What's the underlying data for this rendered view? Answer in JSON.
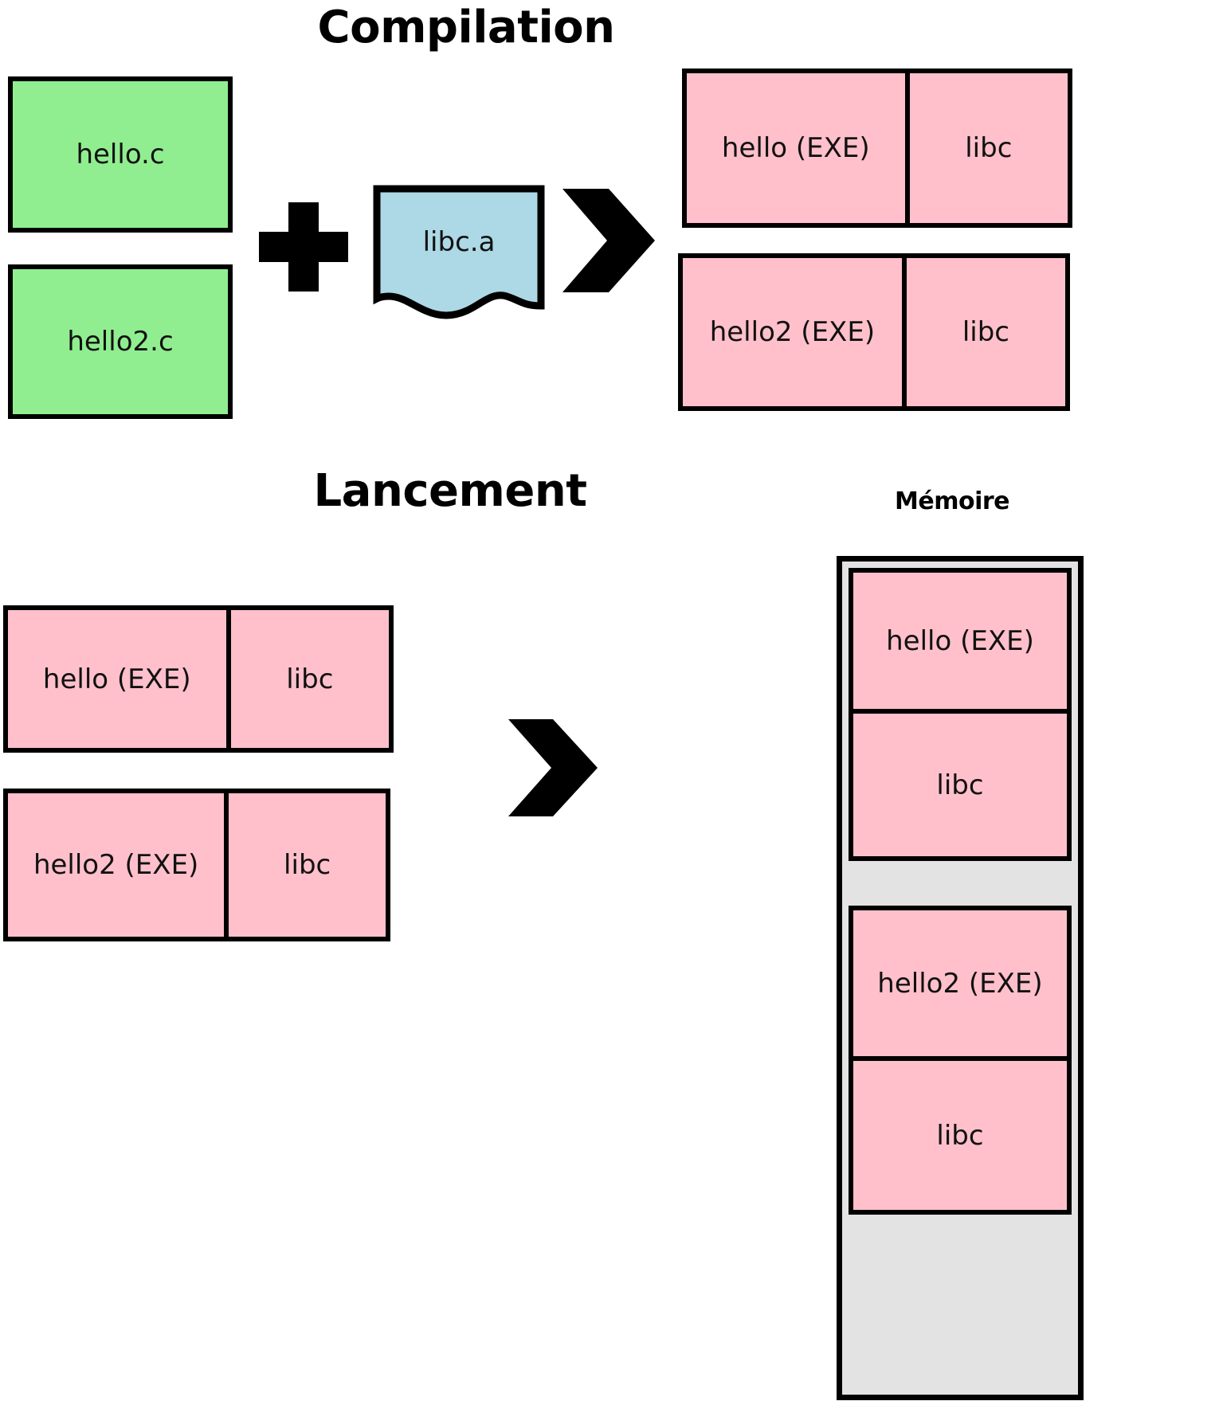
{
  "sections": {
    "compilation": {
      "title": "Compilation",
      "sources": [
        {
          "label": "hello.c"
        },
        {
          "label": "hello2.c"
        }
      ],
      "operator": "+",
      "library": {
        "label": "libc.a"
      },
      "arrow": "chevron-right",
      "outputs": [
        {
          "exe": "hello (EXE)",
          "lib": "libc"
        },
        {
          "exe": "hello2 (EXE)",
          "lib": "libc"
        }
      ]
    },
    "lancement": {
      "title": "Lancement",
      "inputs": [
        {
          "exe": "hello (EXE)",
          "lib": "libc"
        },
        {
          "exe": "hello2 (EXE)",
          "lib": "libc"
        }
      ],
      "arrow": "chevron-right",
      "memory": {
        "title": "Mémoire",
        "blocks": [
          {
            "label": "hello (EXE)"
          },
          {
            "label": "libc"
          },
          {
            "label": ""
          },
          {
            "label": "hello2 (EXE)"
          },
          {
            "label": "libc"
          }
        ]
      }
    }
  },
  "colors": {
    "source_green": "#90ee90",
    "binary_pink": "#ffc0cb",
    "library_blue": "#add8e6",
    "memory_gray": "#e3e3e3",
    "stroke_black": "#000000"
  }
}
